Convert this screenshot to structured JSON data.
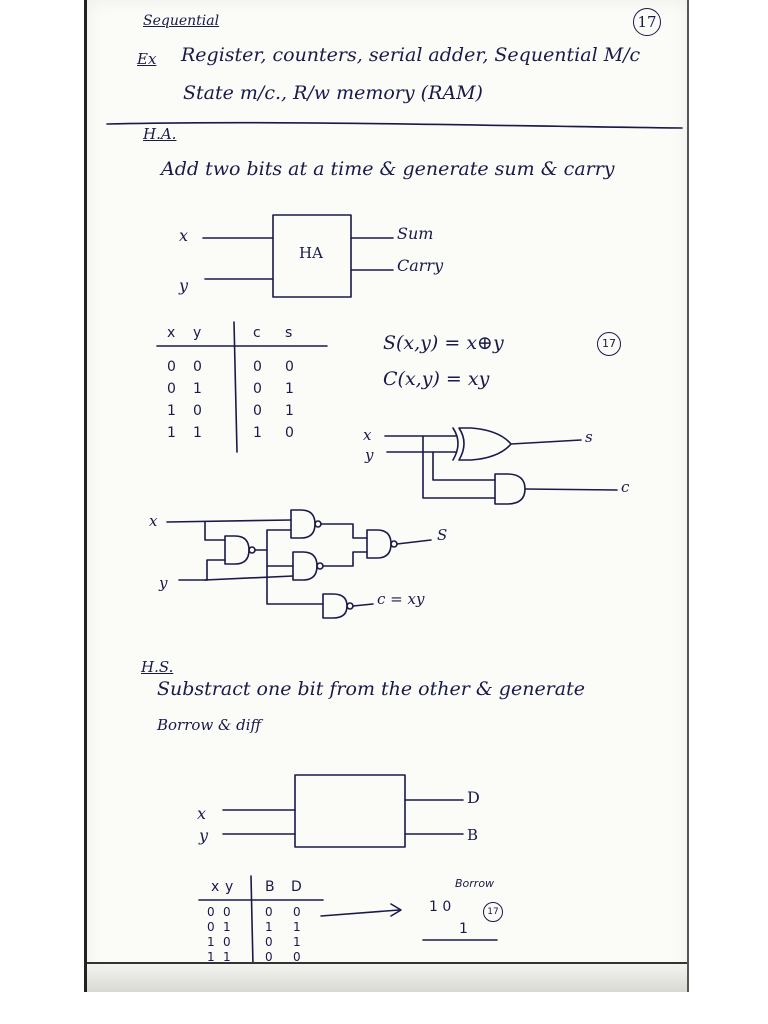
{
  "header": {
    "topic": "Sequential",
    "page_number": "17",
    "eg_marker": "Ex",
    "examples_line1": "Register, counters, serial adder, Sequential M/c",
    "examples_line2": "State m/c., R/w memory (RAM)"
  },
  "half_adder": {
    "heading": "H.A.",
    "definition": "Add two bits at a time & generate sum & carry",
    "block_label": "HA",
    "input_x": "x",
    "input_y": "y",
    "output_sum": "Sum",
    "output_carry": "Carry",
    "truth_table": {
      "headers": [
        "x",
        "y",
        "c",
        "s"
      ],
      "rows": [
        [
          "0",
          "0",
          "0",
          "0"
        ],
        [
          "0",
          "1",
          "0",
          "1"
        ],
        [
          "1",
          "0",
          "0",
          "1"
        ],
        [
          "1",
          "1",
          "1",
          "0"
        ]
      ]
    },
    "eq_sum": "S(x,y) = x⊕y",
    "eq_ref": "17",
    "eq_carry": "C(x,y) = xy",
    "gate_in_x": "x",
    "gate_in_y": "y",
    "gate_out_s": "s",
    "gate_out_c": "c",
    "nand_in_x": "x",
    "nand_in_y": "y",
    "nand_out_s": "S",
    "nand_out_c": "c = xy"
  },
  "half_subtractor": {
    "heading": "H.S.",
    "definition_line1": "Substract one bit from the other & generate",
    "definition_line2": "Borrow & diff",
    "input_x": "x",
    "input_y": "y",
    "output_d": "D",
    "output_b": "B",
    "truth_table": {
      "headers": [
        "x",
        "y",
        "B",
        "D"
      ],
      "rows": [
        [
          "0",
          "0",
          "0",
          "0"
        ],
        [
          "0",
          "1",
          "1",
          "1"
        ],
        [
          "1",
          "0",
          "0",
          "1"
        ],
        [
          "1",
          "1",
          "0",
          "0"
        ]
      ]
    },
    "borrow_label": "Borrow",
    "borrow_digits": "1 0",
    "borrow_one": "1",
    "borrow_ref": "17"
  }
}
